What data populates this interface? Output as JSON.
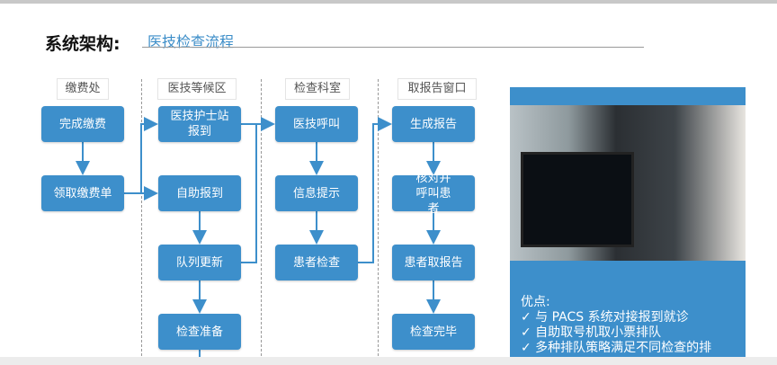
{
  "header": {
    "title": "系统架构:",
    "subtitle": "医技检查流程"
  },
  "columns": [
    {
      "label": "缴费处",
      "steps": [
        "完成缴费",
        "领取缴费单"
      ]
    },
    {
      "label": "医技等候区",
      "steps": [
        "医技护士站报到",
        "自助报到",
        "队列更新",
        "检查准备"
      ]
    },
    {
      "label": "检查科室",
      "steps": [
        "医技呼叫",
        "信息提示",
        "患者检查"
      ]
    },
    {
      "label": "取报告窗口",
      "steps": [
        "生成报告",
        "核对并呼叫患者",
        "患者取报告",
        "检查完毕"
      ]
    }
  ],
  "panel": {
    "advantages_title": "优点:",
    "advantages": [
      "✓ 与 PACS 系统对接报到就诊",
      "✓ 自助取号机取小票排队",
      "✓ 多种排队策略满足不同检查的排"
    ]
  },
  "colors": {
    "accent": "#3d8fcb"
  }
}
